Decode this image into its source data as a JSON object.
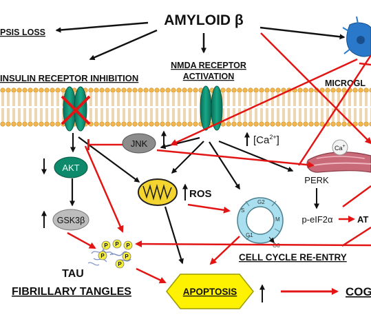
{
  "title": "AMYLOID β",
  "synapsis_loss": "PSIS LOSS",
  "insulin_label": "INSULIN RECEPTOR INHIBITION",
  "nmda_label_1": "NMDA RECEPTOR",
  "nmda_label_2": "ACTIVATION",
  "microglia_label": "MICROGL",
  "ca_label": "[Ca",
  "ca_sup": "2+",
  "ca_close": "]",
  "er_ca": "Ca",
  "er_ca_sup": "+",
  "jnk": "JNK",
  "akt": "AKT",
  "gsk3": "GSK3",
  "gsk3_beta": "β",
  "ros": "ROS",
  "perk": "PERK",
  "peif2a": "p-eIF2α",
  "atf_partial": "AT",
  "cell_cycle_reentry": "CELL CYCLE RE-ENTRY",
  "cycle_phases": {
    "g2": "G2",
    "m": "M",
    "g1": "G1",
    "s": "S",
    "g0": "G0"
  },
  "tau_line1": "TAU",
  "tau_line2": "FIBRILLARY TANGLES",
  "apoptosis": "APOPTOSIS",
  "cognition_partial": "COG",
  "phospho": "P",
  "colors": {
    "membrane_head": "#f2b64e",
    "receptor": "#0e8e72",
    "akt": "#0d8a6c",
    "gsk": "#bdbdbd",
    "jnk": "#8c8c8c",
    "mito": "#f4d52f",
    "cycle": "#a9dfee",
    "er": "#c86a78",
    "apoptosis": "#fff200",
    "red_arrow": "#e21414"
  }
}
